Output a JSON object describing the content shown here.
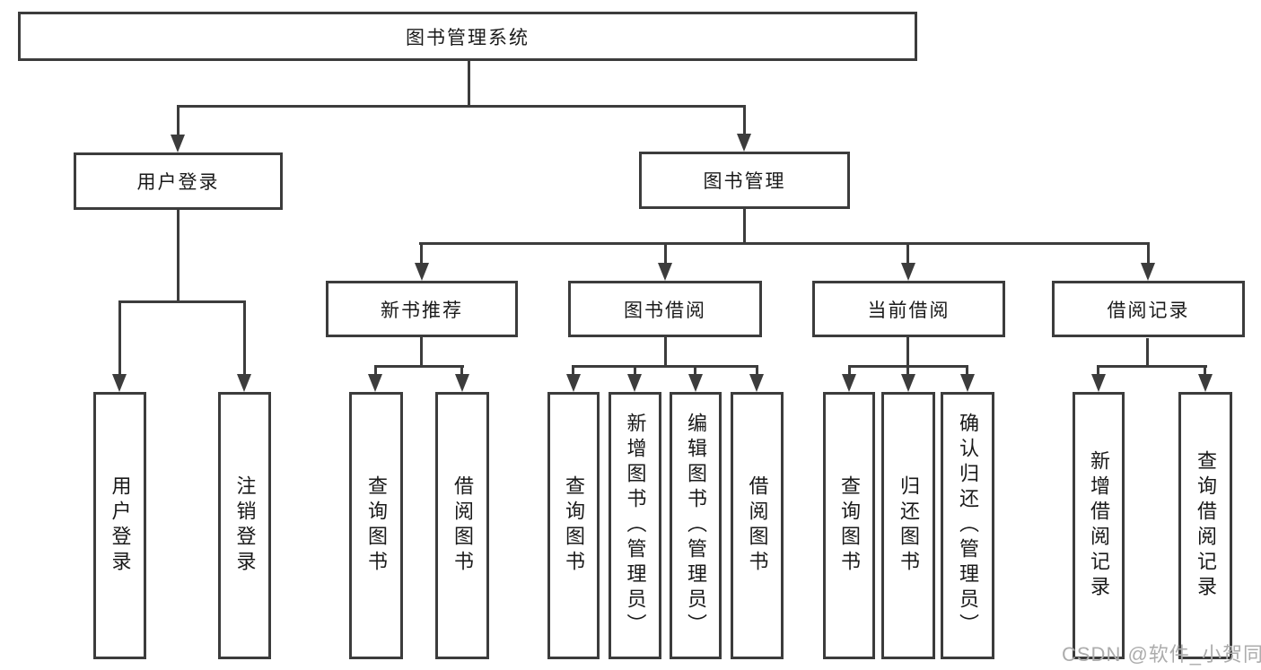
{
  "diagram": {
    "title": "图书管理系统",
    "root": {
      "label": "图书管理系统",
      "children": [
        {
          "label": "用户登录",
          "children": [
            {
              "label": "用户登录"
            },
            {
              "label": "注销登录"
            }
          ]
        },
        {
          "label": "图书管理",
          "children": [
            {
              "label": "新书推荐",
              "children": [
                {
                  "label": "查询图书"
                },
                {
                  "label": "借阅图书"
                }
              ]
            },
            {
              "label": "图书借阅",
              "children": [
                {
                  "label": "查询图书"
                },
                {
                  "label": "新增图书（管理员）"
                },
                {
                  "label": "编辑图书（管理员）"
                },
                {
                  "label": "借阅图书"
                }
              ]
            },
            {
              "label": "当前借阅",
              "children": [
                {
                  "label": "查询图书"
                },
                {
                  "label": "归还图书"
                },
                {
                  "label": "确认归还（管理员）"
                }
              ]
            },
            {
              "label": "借阅记录",
              "children": [
                {
                  "label": "新增借阅记录"
                },
                {
                  "label": "查询借阅记录"
                }
              ]
            }
          ]
        }
      ]
    },
    "colors": {
      "line": "#3c3c3c",
      "text": "#1a1a1a",
      "background": "#ffffff",
      "watermark": "#acacac"
    }
  },
  "watermark": {
    "text": "CSDN @软件_小贺同学"
  }
}
